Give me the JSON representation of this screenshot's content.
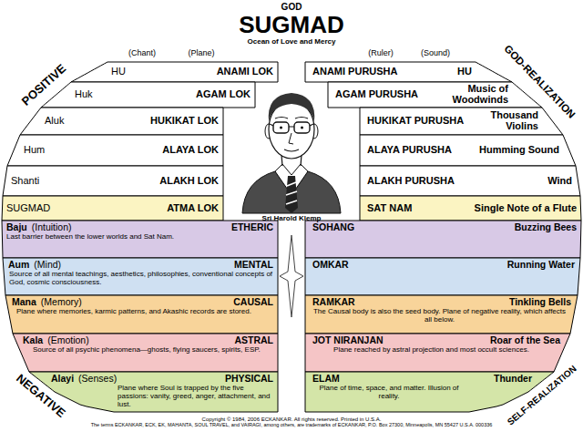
{
  "diagram": {
    "title": "SUGMAD",
    "nodes": [
      {
        "text": [
          "HU",
          "ANAMI LOK"
        ]
      },
      {
        "text": [
          "ANAMI PURUSHA",
          "HU"
        ]
      },
      {
        "text": [
          "Huk",
          "AGAM LOK"
        ]
      },
      {
        "text": [
          "AGAM PURUSHA",
          "Music of Woodwinds"
        ]
      },
      {
        "text": [
          "Aluk",
          "HUKIKAT LOK"
        ]
      },
      {
        "text": [
          "HUKIKAT PURUSHA",
          "Thousand Violins"
        ]
      },
      {
        "text": [
          "Hum",
          "ALAYA LOK"
        ]
      },
      {
        "text": [
          "ALAYA PURUSHA",
          "Humming Sound"
        ]
      },
      {
        "text": [
          "Shanti",
          "ALAKH LOK"
        ]
      },
      {
        "text": [
          "ALAKH PURUSHA",
          "Wind"
        ]
      },
      {
        "text": [
          "SUGMAD",
          "ATMA LOK"
        ]
      },
      {
        "text": [
          "SAT NAM",
          "Single Note of a Flute"
        ]
      },
      {
        "text": [
          "Baju",
          "(Intuition)",
          "ETHERIC",
          "Last barrier between the lower worlds and Sat Nam."
        ]
      },
      {
        "text": [
          "SOHANG",
          "Buzzing Bees"
        ]
      },
      {
        "text": [
          "Aum",
          "(Mind)",
          "MENTAL",
          "Source of all mental teachings, aesthetics, philosophies, conventional concepts of God, cosmic consciousness."
        ]
      },
      {
        "text": [
          "OMKAR",
          "Running Water"
        ]
      },
      {
        "text": [
          "Mana",
          "(Memory)",
          "CAUSAL",
          "Plane where memories, karmic patterns, and Akashic records are stored."
        ]
      },
      {
        "text": [
          "RAMKAR",
          "Tinkling Bells",
          "The Causal body is also the seed body. Plane of negative reality, which affects all below."
        ]
      },
      {
        "text": [
          "Kala",
          "(Emotion)",
          "ASTRAL",
          "Source of all psychic phenomena—ghosts, flying saucers, spirits, ESP."
        ]
      },
      {
        "text": [
          "JOT NIRANJAN",
          "Roar of the Sea",
          "Plane reached by astral projection and most occult sciences."
        ]
      },
      {
        "text": [
          "Alayi",
          "(Senses)",
          "PHYSICAL",
          "Plane where Soul is trapped by the five passions: vanity, greed, anger, attachment, and lust."
        ]
      },
      {
        "text": [
          "ELAM",
          "Thunder",
          "Plane of time, space, and matter. Illusion of reality."
        ]
      }
    ],
    "labels": [
      "GOD",
      "Ocean of Love and Mercy",
      "(Chant)",
      "(Plane)",
      "(Ruler)",
      "(Sound)",
      "POSITIVE",
      "GOD-REALIZATION",
      "NEGATIVE",
      "SELF-REALIZATION",
      "Sri Harold Klemp",
      "Copyright © 1984, 2006 ECKANKAR. All rights reserved. Printed in U.S.A.",
      "The terms ECKANKAR, ECK, EK, MAHANTA, SOUL TRAVEL, and VAIRAGI, among others, are trademarks of ECKANKAR, P.O. Box 27300, Minneapolis, MN 55427 U.S.A. 000336"
    ]
  }
}
